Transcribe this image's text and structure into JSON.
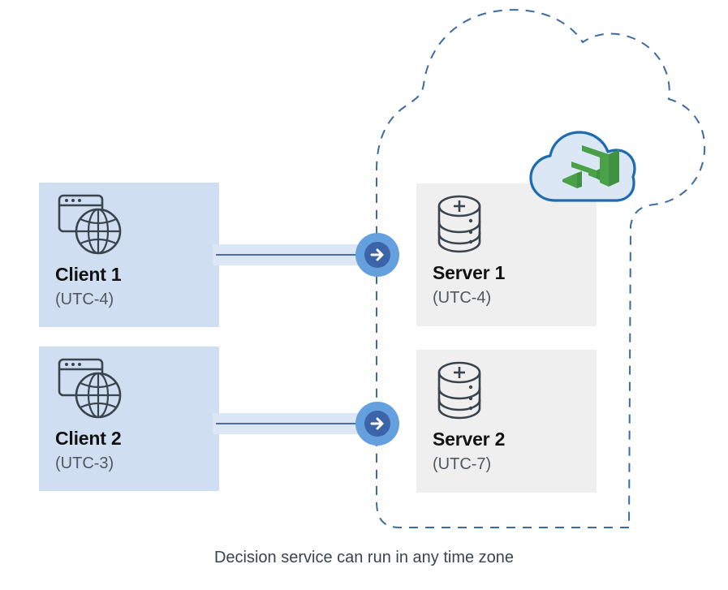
{
  "diagram": {
    "caption": "Decision service can run in any time zone",
    "colors": {
      "client_box_fill": "#cfdff1",
      "server_box_fill": "#efefef",
      "connector_band": "#dce7f6",
      "connector_line": "#4a6fa8",
      "arrow_outer": "#63a0dd",
      "arrow_inner": "#3c64a8",
      "cloud_boundary": "#3b6ba5",
      "cloud_logo_fill": "#dce7f6",
      "cloud_logo_stroke": "#1f6bb0",
      "logo_green": "#4aa148",
      "icon_stroke": "#3a444e",
      "title_text": "#121212",
      "sub_text": "#50585f"
    },
    "boundary": {
      "name": "cloud-boundary",
      "style": "dashed",
      "label": ""
    },
    "nodes": [
      {
        "id": "client1",
        "kind": "client",
        "icon": "browser-globe-icon",
        "title": "Client 1",
        "subtitle": "(UTC-4)"
      },
      {
        "id": "client2",
        "kind": "client",
        "icon": "browser-globe-icon",
        "title": "Client 2",
        "subtitle": "(UTC-3)"
      },
      {
        "id": "server1",
        "kind": "server",
        "icon": "database-add-icon",
        "title": "Server 1",
        "subtitle": "(UTC-4)"
      },
      {
        "id": "server2",
        "kind": "server",
        "icon": "database-add-icon",
        "title": "Server 2",
        "subtitle": "(UTC-7)"
      }
    ],
    "connectors": [
      {
        "id": "conn1",
        "from": "client1",
        "to": "server1",
        "marker": "arrow-right-icon"
      },
      {
        "id": "conn2",
        "from": "client2",
        "to": "server2",
        "marker": "arrow-right-icon"
      }
    ],
    "logo": {
      "name": "decision-service-cloud-logo",
      "alt": "cloud with green cube logo"
    }
  }
}
